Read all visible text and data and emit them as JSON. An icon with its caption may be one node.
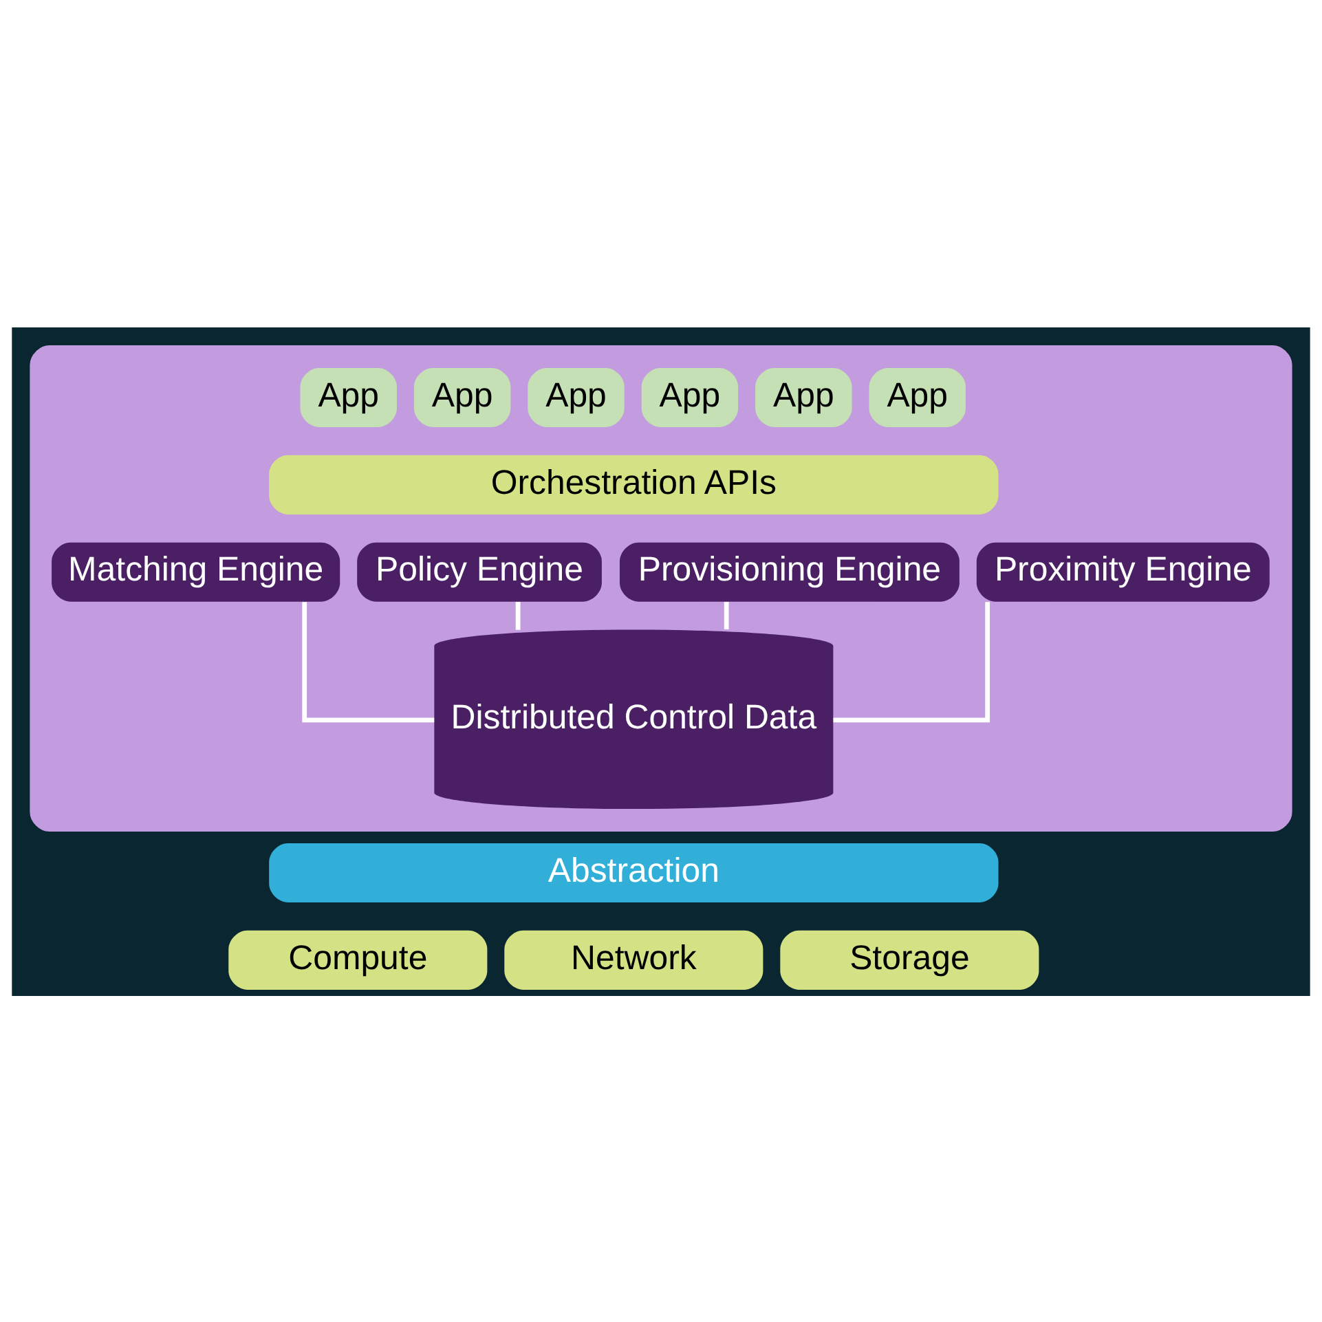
{
  "diagram": {
    "nodes": [
      {
        "text": [],
        "shape": "box"
      },
      {
        "text": [
          "App"
        ],
        "in": 0
      },
      {
        "text": [
          "App"
        ],
        "in": 0
      },
      {
        "text": [
          "App"
        ],
        "in": 0
      },
      {
        "text": [
          "App"
        ],
        "in": 0
      },
      {
        "text": [
          "App"
        ],
        "in": 0
      },
      {
        "text": [
          "App"
        ],
        "in": 0
      },
      {
        "text": [
          "Orchestration APIs"
        ],
        "in": 0
      },
      {
        "text": [
          "Matching Engine"
        ],
        "in": 0
      },
      {
        "text": [
          "Policy Engine"
        ],
        "in": 0
      },
      {
        "text": [
          "Provisioning Engine"
        ],
        "in": 0
      },
      {
        "text": [
          "Proximity Engine"
        ],
        "in": 0
      },
      {
        "text": [
          "Distributed Control Data"
        ],
        "in": 0
      },
      {
        "text": [
          "Abstraction"
        ]
      },
      {
        "text": [
          "Compute"
        ]
      },
      {
        "text": [
          "Network"
        ]
      },
      {
        "text": [
          "Storage"
        ]
      }
    ],
    "edges": [
      {
        "from": 8,
        "to": 12,
        "arrow": "none"
      },
      {
        "from": 9,
        "to": 12,
        "arrow": "none"
      },
      {
        "from": 10,
        "to": 12,
        "arrow": "none"
      },
      {
        "from": 11,
        "to": 12,
        "arrow": "none"
      }
    ]
  }
}
